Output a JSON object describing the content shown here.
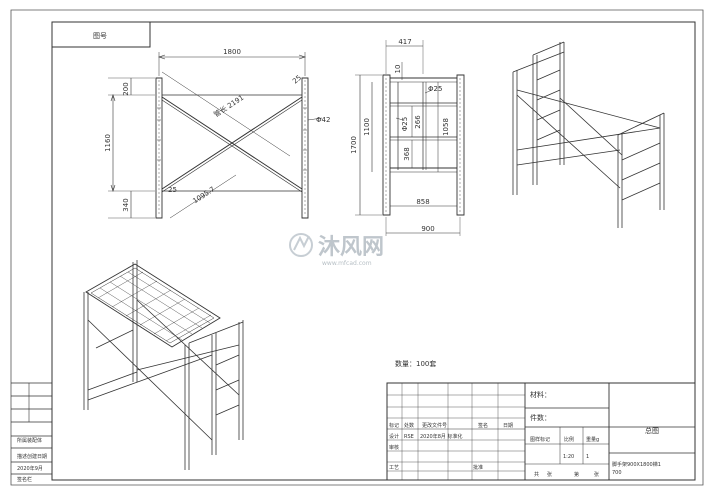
{
  "corner_tab": "图号",
  "front_view": {
    "overall_width": "1800",
    "top_offset": "200",
    "frame_height": "1160",
    "bottom_offset": "340",
    "brace_angle_top": "25",
    "brace_angle_bottom": "25",
    "brace_length": "管长 2191",
    "brace_half": "1095.7",
    "tube_diameter": "Φ42"
  },
  "side_view": {
    "rung_pitch": "417",
    "top_gap": "10",
    "rung_dia_1": "Φ25",
    "rung_dia_2": "Φ25",
    "overall_height": "1700",
    "inner_height": "1100",
    "dim_266": "266",
    "dim_368": "368",
    "dim_1058": "1058",
    "inner_width": "858",
    "outer_width": "900"
  },
  "quantity_note": "数量：100套",
  "watermark": {
    "brand": "沐风网",
    "url": "www.mfcad.com"
  },
  "left_strip": {
    "item1": "所属装配体",
    "item2": "描述创建日期",
    "item3": "2020年9月",
    "item4": "签名栏"
  },
  "title_block": {
    "material_label": "材料：",
    "parts_label": "件数：",
    "header_mark": "标记",
    "header_count": "处数",
    "header_docno": "更改文件号",
    "header_sign": "签名",
    "header_date": "日期",
    "row_design": "设计",
    "row_design_value": "RSE",
    "row_design_note": "2020年8月 标准化",
    "row_review": "审核",
    "row_process": "工艺",
    "row_approve": "批准",
    "stage_label": "图样标记",
    "scale_label": "比例",
    "weight_label": "重量g",
    "scale_value": "1:20",
    "weight_value": "1",
    "sheets_total": "共",
    "sheets_label": "张",
    "sheet_no": "第",
    "sheet_label2": "张",
    "drawing_title": "总图",
    "drawing_name": "脚手架900X1800梯1",
    "drawing_code": "700"
  }
}
